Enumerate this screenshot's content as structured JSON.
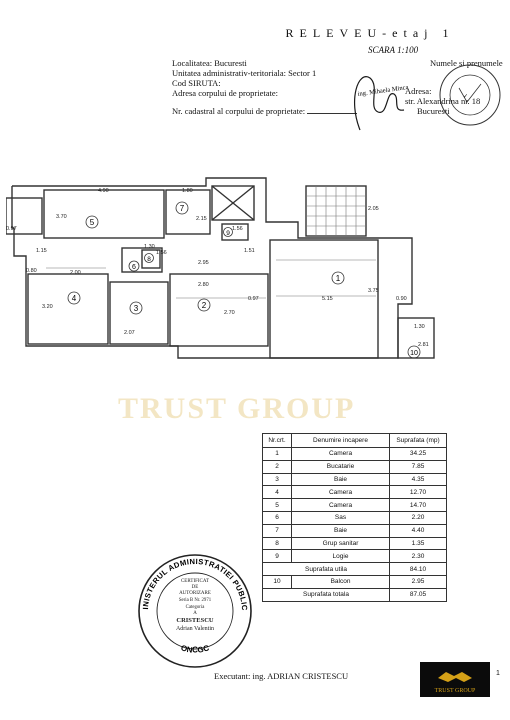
{
  "header": {
    "title": "RELEVEU-etaj 1",
    "scale": "SCARA 1:100",
    "left_lines": [
      "Localitatea: Bucuresti",
      "Unitatea administrativ-teritoriala: Sector 1",
      "Cod SIRUTA:",
      "Adresa corpului de proprietate:"
    ],
    "cadastral_line": "Nr. cadastral al corpului de proprietate:",
    "right_label": "Numele si prenumele",
    "right_lines": [
      "Adresa:",
      "str. Alexandrina nr. 18",
      "Bucuresti"
    ],
    "signature_name": "ing. Mihaela Minca"
  },
  "plan": {
    "room_numbers": [
      "1",
      "2",
      "3",
      "4",
      "5",
      "6",
      "7",
      "8",
      "9",
      "10"
    ],
    "dimensions": [
      "4.90",
      "1.80",
      "3.70",
      "2.15",
      "2.05",
      "1.56",
      "1.30",
      "2.00",
      "0.80",
      "2.95",
      "2.80",
      "0.97",
      "5.15",
      "3.75",
      "0.90",
      "1.30",
      "3.20",
      "2.07",
      "2.70",
      "2.81",
      "0.97",
      "1.56",
      "1.51",
      "1.15"
    ]
  },
  "watermark": "TRUST GROUP",
  "table": {
    "headers": [
      "Nr.crt.",
      "Denumire incapere",
      "Suprafata (mp)"
    ],
    "rows": [
      {
        "nr": "1",
        "name": "Camera",
        "area": "34.25"
      },
      {
        "nr": "2",
        "name": "Bucatarie",
        "area": "7.85"
      },
      {
        "nr": "3",
        "name": "Baie",
        "area": "4.35"
      },
      {
        "nr": "4",
        "name": "Camera",
        "area": "12.70"
      },
      {
        "nr": "5",
        "name": "Camera",
        "area": "14.70"
      },
      {
        "nr": "6",
        "name": "Sas",
        "area": "2.20"
      },
      {
        "nr": "7",
        "name": "Baie",
        "area": "4.40"
      },
      {
        "nr": "8",
        "name": "Grup sanitar",
        "area": "1.35"
      },
      {
        "nr": "9",
        "name": "Logie",
        "area": "2.30"
      }
    ],
    "subtotal": {
      "label": "Suprafata utila",
      "area": "84.10"
    },
    "balcony": {
      "nr": "10",
      "name": "Balcon",
      "area": "2.95"
    },
    "total": {
      "label": "Suprafata totala",
      "area": "87.05"
    }
  },
  "stamp": {
    "ring_top": "MINISTERUL ADMINISTRATIEI PUBLICE",
    "ring_bottom": "ONCGC",
    "lines": [
      "CERTIFICAT",
      "DE",
      "AUTORIZARE",
      "Seria B Nr. 2971",
      "Categoria",
      "A",
      "CRISTESCU",
      "Adrian Valentin"
    ]
  },
  "footer": {
    "executant": "Executant: ing. ADRIAN CRISTESCU",
    "page": "1"
  },
  "logo": {
    "text": "TRUST GROUP",
    "color": "#d4a017"
  }
}
